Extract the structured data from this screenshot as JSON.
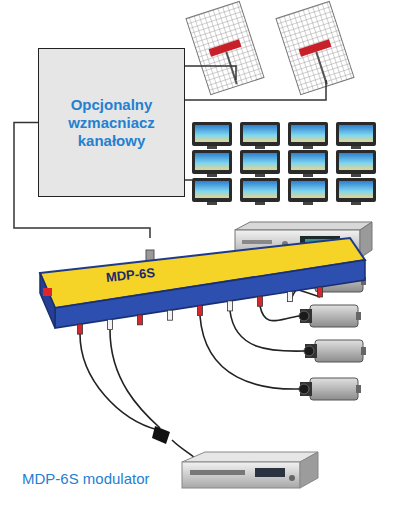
{
  "diagram": {
    "caption": "MDP-6S modulator",
    "nodes": [
      {
        "text": [
          "Opcjonalny wzmacniacz kanałowy"
        ]
      },
      {
        "text": [
          "MDP-6S"
        ]
      }
    ],
    "edges": [
      {
        "from": 0,
        "to": 1,
        "arrow": "none"
      }
    ]
  }
}
